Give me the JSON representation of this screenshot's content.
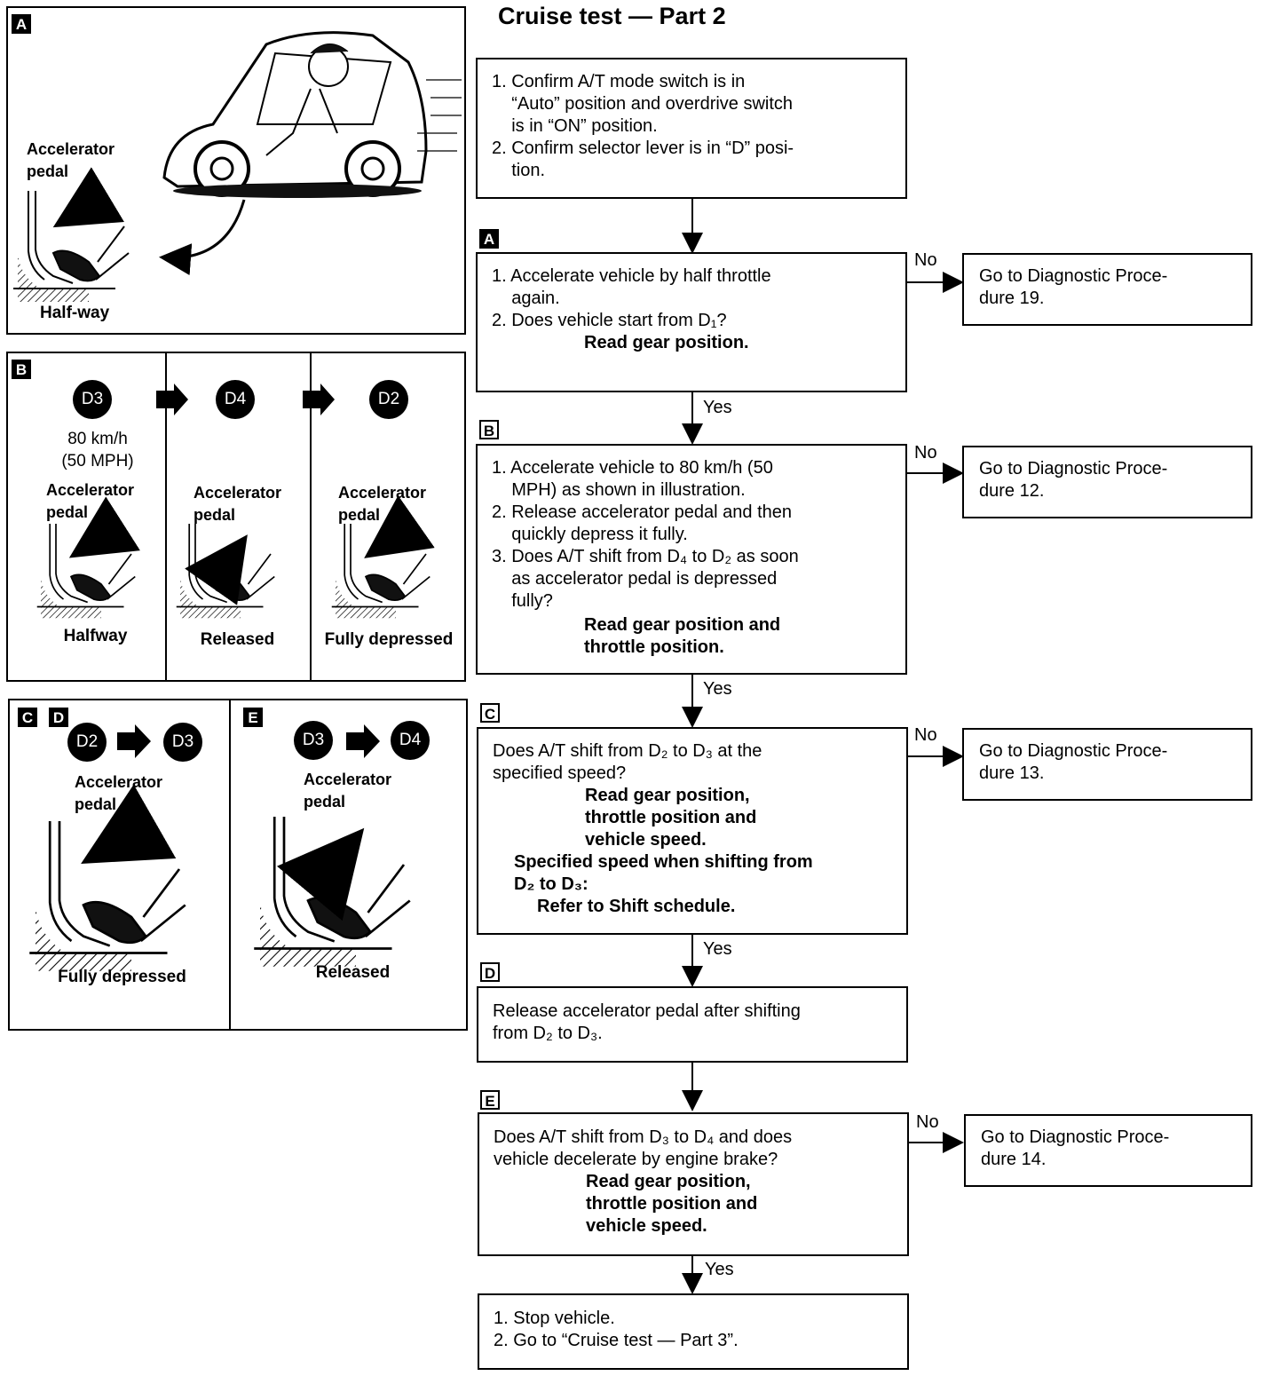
{
  "title": "Cruise test — Part 2",
  "panels": {
    "a": {
      "tag": "A",
      "pedal_label": "Accelerator\npedal",
      "caption": "Half-way"
    },
    "b": {
      "tag": "B",
      "g1": "D3",
      "g2": "D4",
      "g3": "D2",
      "speed": "80 km/h\n(50 MPH)",
      "pedal1": "Accelerator\npedal",
      "pedal2": "Accelerator\npedal",
      "pedal3": "Accelerator\npedal",
      "cap1": "Halfway",
      "cap2": "Released",
      "cap3": "Fully depressed"
    },
    "cd": {
      "tag_c": "C",
      "tag_d": "D",
      "g1": "D2",
      "g2": "D3",
      "pedal": "Accelerator\npedal",
      "caption": "Fully depressed"
    },
    "e": {
      "tag": "E",
      "g1": "D3",
      "g2": "D4",
      "pedal": "Accelerator\npedal",
      "caption": "Released"
    }
  },
  "flow": {
    "step0": "1. Confirm A/T mode switch is in\n    “Auto” position and overdrive switch\n    is in “ON” position.\n2. Confirm selector lever is in “D” posi-\n    tion.",
    "a": {
      "tag": "A",
      "text": "1. Accelerate vehicle by half throttle\n    again.\n2. Does vehicle start from D₁?",
      "bold": "Read gear position.",
      "no": "No",
      "yes": "Yes",
      "goto": "Go to Diagnostic Proce-\ndure 19."
    },
    "b": {
      "tag": "B",
      "text": "1. Accelerate vehicle to 80 km/h (50\n    MPH) as shown in illustration.\n2. Release accelerator pedal and then\n    quickly depress it fully.\n3. Does A/T shift from D₄ to D₂ as soon\n    as accelerator pedal is depressed\n    fully?",
      "bold": "Read gear position and\nthrottle position.",
      "no": "No",
      "yes": "Yes",
      "goto": "Go to Diagnostic Proce-\ndure 12."
    },
    "c": {
      "tag": "C",
      "text": "Does A/T shift from D₂ to D₃ at the\nspecified speed?",
      "bold": "Read gear position,\nthrottle position and\nvehicle speed.",
      "spec": "Specified speed when shifting from\nD₂ to D₃:",
      "spec2": "Refer to Shift schedule.",
      "no": "No",
      "yes": "Yes",
      "goto": "Go to Diagnostic Proce-\ndure 13."
    },
    "d": {
      "tag": "D",
      "text": "Release accelerator pedal after shifting\nfrom D₂ to D₃."
    },
    "e": {
      "tag": "E",
      "text": "Does A/T shift from D₃ to D₄ and does\nvehicle decelerate by engine brake?",
      "bold": "Read gear position,\nthrottle position and\nvehicle speed.",
      "no": "No",
      "yes": "Yes",
      "goto": "Go to Diagnostic Proce-\ndure 14."
    },
    "end": "1. Stop vehicle.\n2. Go to “Cruise test — Part 3”."
  },
  "icons": [
    "consult-tester-icon",
    "car-driver-illustration",
    "accelerator-pedal-icon",
    "hatch-floor-icon",
    "right-arrow-icon"
  ]
}
